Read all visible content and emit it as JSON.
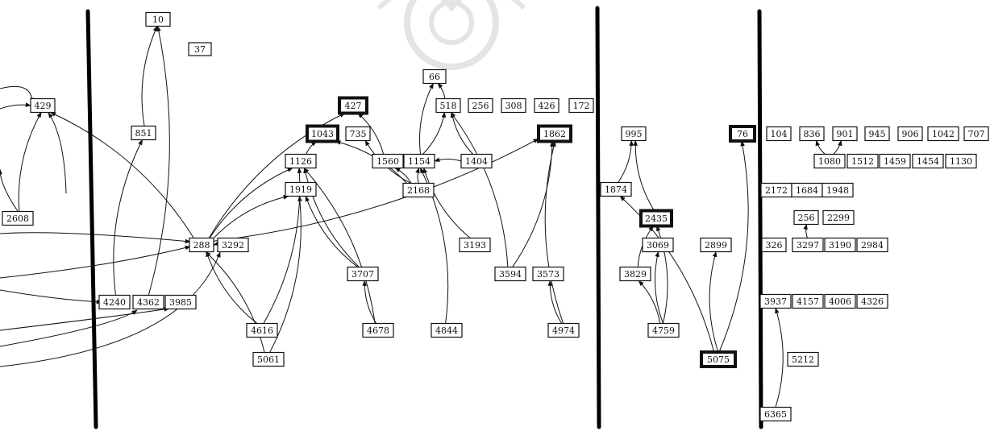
{
  "diagram": {
    "type": "directed-graph",
    "nodes": [
      {
        "id": "10",
        "label": "10"
      },
      {
        "id": "37",
        "label": "37"
      },
      {
        "id": "429",
        "label": "429"
      },
      {
        "id": "851",
        "label": "851"
      },
      {
        "id": "2608",
        "label": "2608"
      },
      {
        "id": "4240",
        "label": "4240"
      },
      {
        "id": "4362",
        "label": "4362"
      },
      {
        "id": "3985",
        "label": "3985"
      },
      {
        "id": "66",
        "label": "66"
      },
      {
        "id": "427",
        "label": "427",
        "bold": true
      },
      {
        "id": "518",
        "label": "518"
      },
      {
        "id": "256a",
        "label": "256"
      },
      {
        "id": "308",
        "label": "308"
      },
      {
        "id": "426",
        "label": "426"
      },
      {
        "id": "172",
        "label": "172"
      },
      {
        "id": "1043",
        "label": "1043",
        "bold": true
      },
      {
        "id": "735",
        "label": "735"
      },
      {
        "id": "1560",
        "label": "1560"
      },
      {
        "id": "1154",
        "label": "1154"
      },
      {
        "id": "1404",
        "label": "1404"
      },
      {
        "id": "1126",
        "label": "1126"
      },
      {
        "id": "1919",
        "label": "1919"
      },
      {
        "id": "2168",
        "label": "2168"
      },
      {
        "id": "288",
        "label": "288"
      },
      {
        "id": "3292",
        "label": "3292"
      },
      {
        "id": "3193",
        "label": "3193"
      },
      {
        "id": "3707",
        "label": "3707"
      },
      {
        "id": "3594",
        "label": "3594"
      },
      {
        "id": "3573",
        "label": "3573"
      },
      {
        "id": "1862",
        "label": "1862",
        "bold": true
      },
      {
        "id": "4616",
        "label": "4616"
      },
      {
        "id": "4678",
        "label": "4678"
      },
      {
        "id": "4844",
        "label": "4844"
      },
      {
        "id": "4974",
        "label": "4974"
      },
      {
        "id": "5061",
        "label": "5061"
      },
      {
        "id": "995",
        "label": "995"
      },
      {
        "id": "1874",
        "label": "1874"
      },
      {
        "id": "2435",
        "label": "2435",
        "bold": true
      },
      {
        "id": "3069",
        "label": "3069"
      },
      {
        "id": "2899",
        "label": "2899"
      },
      {
        "id": "3829",
        "label": "3829"
      },
      {
        "id": "4759",
        "label": "4759"
      },
      {
        "id": "5075",
        "label": "5075",
        "bold": true
      },
      {
        "id": "76",
        "label": "76",
        "bold": true
      },
      {
        "id": "104",
        "label": "104"
      },
      {
        "id": "836",
        "label": "836"
      },
      {
        "id": "901",
        "label": "901"
      },
      {
        "id": "945",
        "label": "945"
      },
      {
        "id": "906",
        "label": "906"
      },
      {
        "id": "1042",
        "label": "1042"
      },
      {
        "id": "707",
        "label": "707"
      },
      {
        "id": "1080",
        "label": "1080"
      },
      {
        "id": "1512",
        "label": "1512"
      },
      {
        "id": "1459",
        "label": "1459"
      },
      {
        "id": "1454",
        "label": "1454"
      },
      {
        "id": "1130",
        "label": "1130"
      },
      {
        "id": "2172",
        "label": "2172"
      },
      {
        "id": "1684",
        "label": "1684"
      },
      {
        "id": "1948",
        "label": "1948"
      },
      {
        "id": "256b",
        "label": "256"
      },
      {
        "id": "2299",
        "label": "2299"
      },
      {
        "id": "3261",
        "label": "326"
      },
      {
        "id": "3297",
        "label": "3297"
      },
      {
        "id": "3190",
        "label": "3190"
      },
      {
        "id": "2984",
        "label": "2984"
      },
      {
        "id": "3937",
        "label": "3937"
      },
      {
        "id": "4157",
        "label": "4157"
      },
      {
        "id": "4006",
        "label": "4006"
      },
      {
        "id": "4326",
        "label": "4326"
      },
      {
        "id": "5212",
        "label": "5212"
      },
      {
        "id": "6365",
        "label": "6365"
      }
    ],
    "edges": [
      {
        "from": "851",
        "to": "10"
      },
      {
        "from": "4362",
        "to": "10"
      },
      {
        "from": "2608",
        "to": "429"
      },
      {
        "from": "288",
        "to": "429"
      },
      {
        "from": "4240",
        "to": "851"
      },
      {
        "from": "518",
        "to": "66"
      },
      {
        "from": "1154",
        "to": "66"
      },
      {
        "from": "1560",
        "to": "427"
      },
      {
        "from": "288",
        "to": "427"
      },
      {
        "from": "1154",
        "to": "518"
      },
      {
        "from": "1404",
        "to": "518"
      },
      {
        "from": "3594",
        "to": "518"
      },
      {
        "from": "1126",
        "to": "1043"
      },
      {
        "from": "2168",
        "to": "1043"
      },
      {
        "from": "2168",
        "to": "735"
      },
      {
        "from": "2168",
        "to": "1560"
      },
      {
        "from": "2168",
        "to": "1154"
      },
      {
        "from": "1404",
        "to": "1154"
      },
      {
        "from": "3193",
        "to": "1154"
      },
      {
        "from": "4844",
        "to": "1154"
      },
      {
        "from": "288",
        "to": "1126"
      },
      {
        "from": "4616",
        "to": "1126"
      },
      {
        "from": "3707",
        "to": "1126"
      },
      {
        "from": "4678",
        "to": "1126"
      },
      {
        "from": "288",
        "to": "1919"
      },
      {
        "from": "5061",
        "to": "1919"
      },
      {
        "from": "3707",
        "to": "1919"
      },
      {
        "from": "3292",
        "to": "288"
      },
      {
        "from": "4616",
        "to": "288"
      },
      {
        "from": "5061",
        "to": "288"
      },
      {
        "from": "4678",
        "to": "3707"
      },
      {
        "from": "3594",
        "to": "1862"
      },
      {
        "from": "4974",
        "to": "1862"
      },
      {
        "from": "288",
        "to": "1862"
      },
      {
        "from": "4974",
        "to": "3573"
      },
      {
        "from": "1874",
        "to": "995"
      },
      {
        "from": "2435",
        "to": "995"
      },
      {
        "from": "5075",
        "to": "1874"
      },
      {
        "from": "3829",
        "to": "2435"
      },
      {
        "from": "4759",
        "to": "2435"
      },
      {
        "from": "4759",
        "to": "3069"
      },
      {
        "from": "4759",
        "to": "3829"
      },
      {
        "from": "5075",
        "to": "2899"
      },
      {
        "from": "5075",
        "to": "76"
      },
      {
        "from": "1080",
        "to": "836"
      },
      {
        "from": "1080",
        "to": "901"
      },
      {
        "from": "3297",
        "to": "256b"
      },
      {
        "from": "6365",
        "to": "3937"
      }
    ]
  }
}
